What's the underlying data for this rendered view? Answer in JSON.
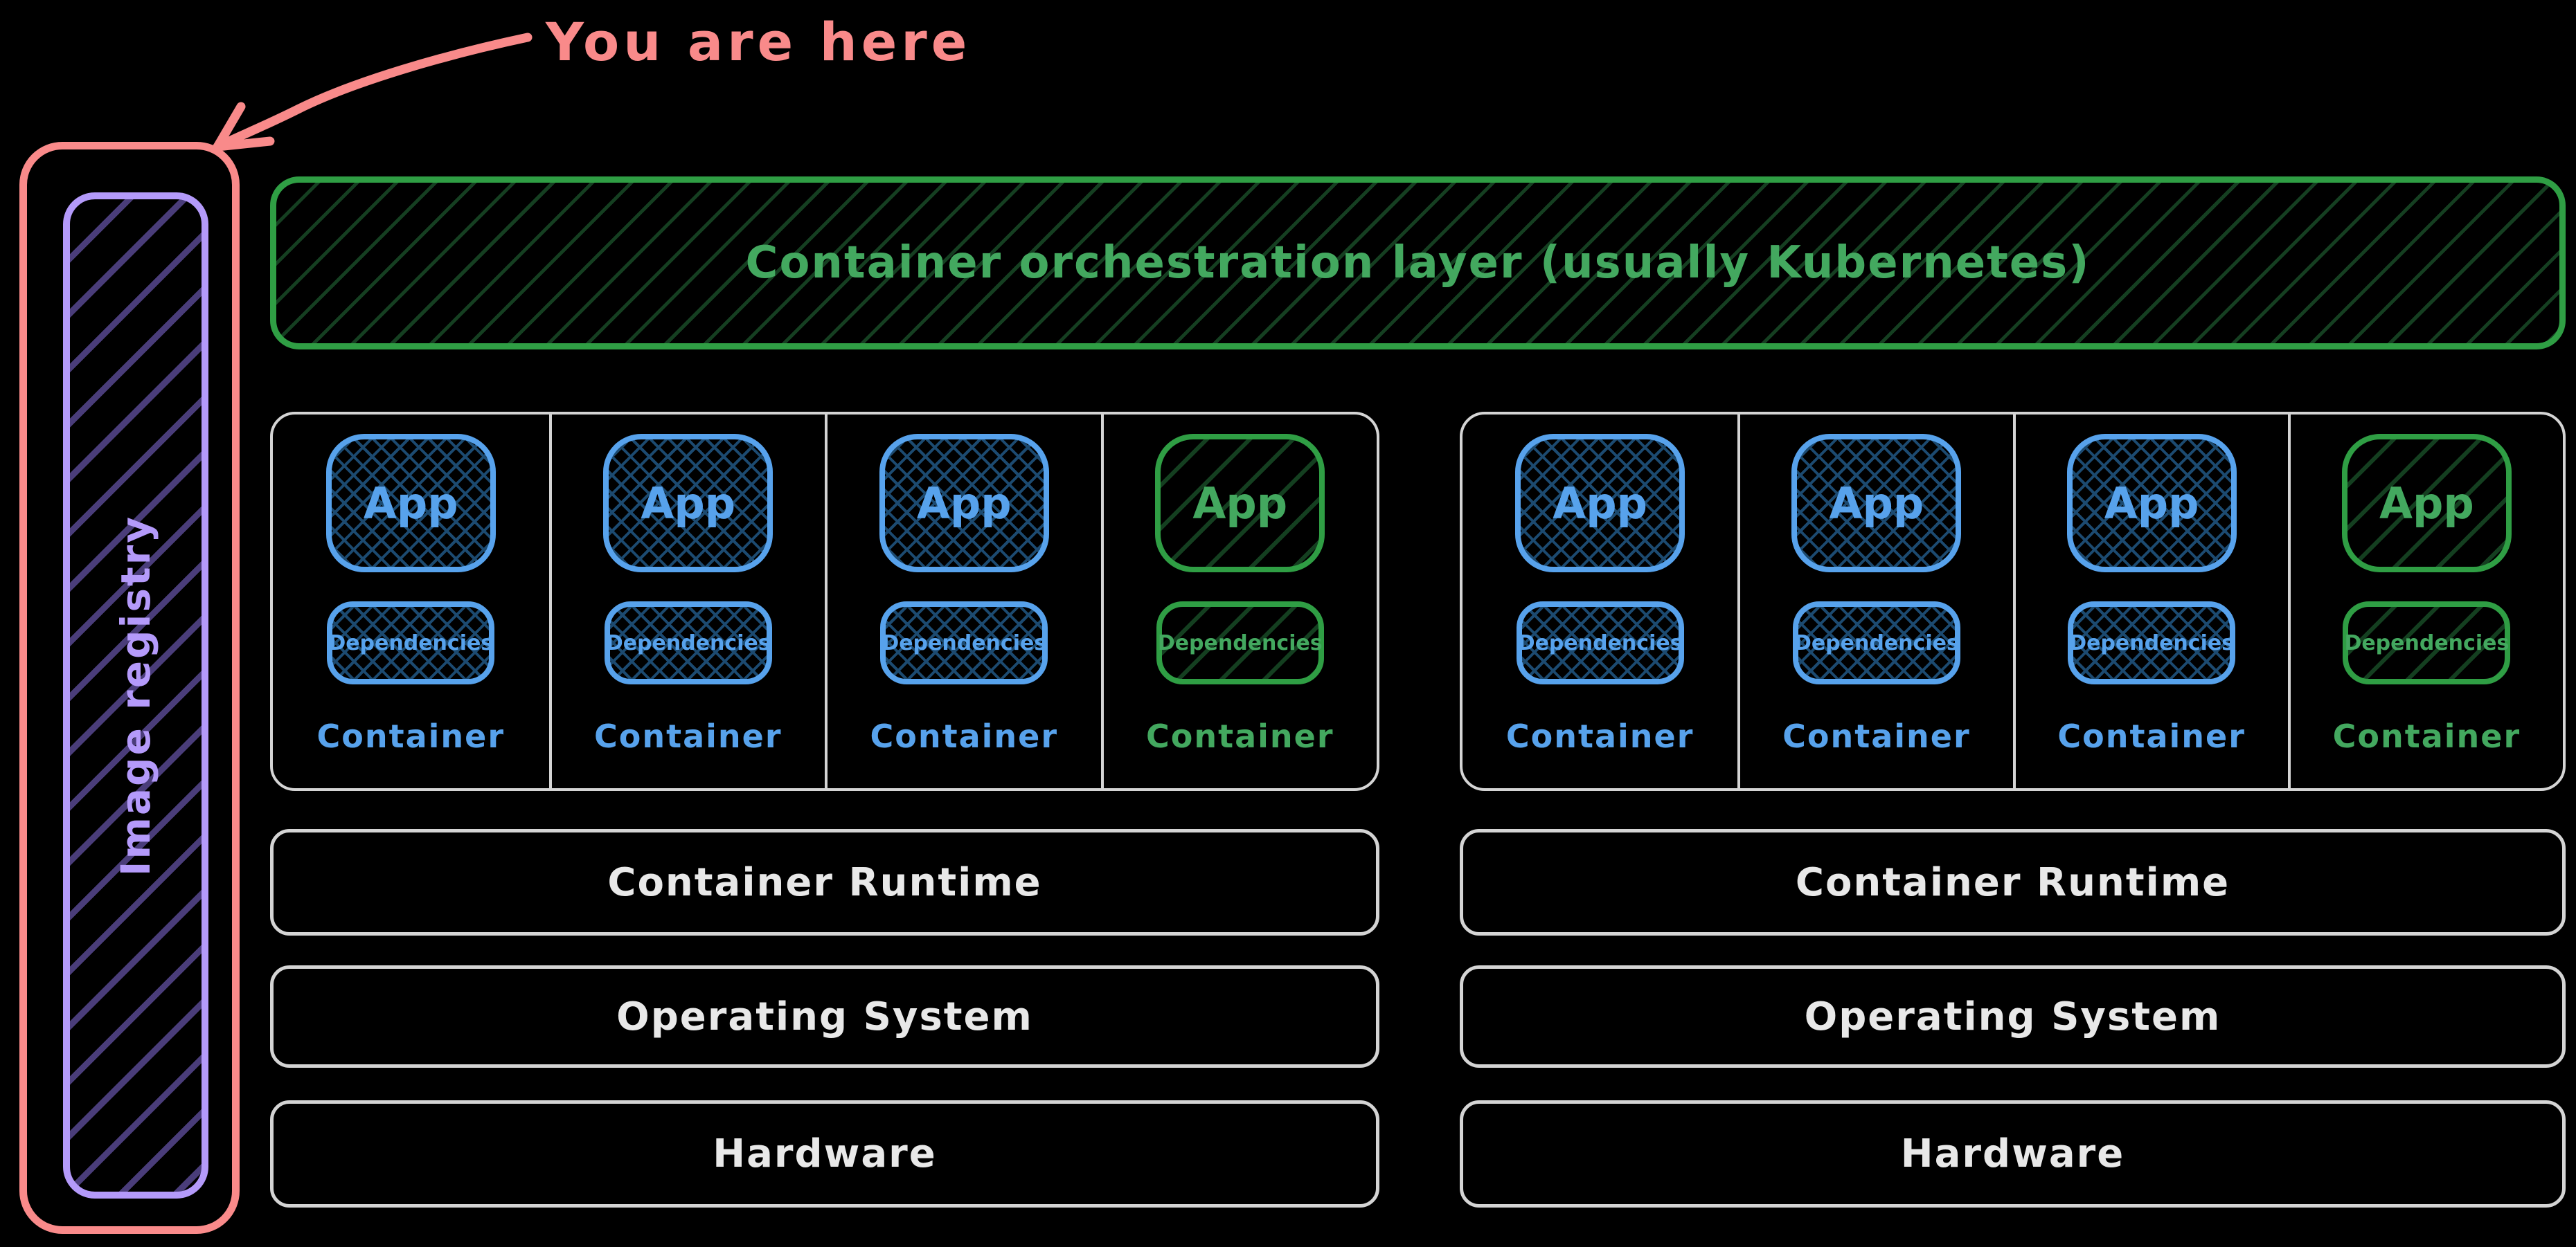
{
  "annotation": {
    "label": "You are here"
  },
  "registry": {
    "label": "Image registry"
  },
  "orchestration": {
    "label": "Container orchestration layer (usually Kubernetes)"
  },
  "colors": {
    "background": "#000000",
    "salmon": "#f98a8a",
    "purple": "#b49afa",
    "purple_hatch": "#4a3d7a",
    "green_border": "#2f9e44",
    "green_text": "#43a85f",
    "green_hatch": "#153f21",
    "blue": "#57a2ec",
    "blue_hatch": "#1c4a70",
    "gray_border": "#d4d4d4",
    "text_light": "#e8e8e8"
  },
  "nodes": [
    {
      "containers": [
        {
          "variant": "blue",
          "app": "App",
          "deps": "Dependencies",
          "label": "Container"
        },
        {
          "variant": "blue",
          "app": "App",
          "deps": "Dependencies",
          "label": "Container"
        },
        {
          "variant": "blue",
          "app": "App",
          "deps": "Dependencies",
          "label": "Container"
        },
        {
          "variant": "green",
          "app": "App",
          "deps": "Dependencies",
          "label": "Container"
        }
      ],
      "layers": [
        {
          "label": "Container Runtime"
        },
        {
          "label": "Operating System"
        },
        {
          "label": "Hardware"
        }
      ]
    },
    {
      "containers": [
        {
          "variant": "blue",
          "app": "App",
          "deps": "Dependencies",
          "label": "Container"
        },
        {
          "variant": "blue",
          "app": "App",
          "deps": "Dependencies",
          "label": "Container"
        },
        {
          "variant": "blue",
          "app": "App",
          "deps": "Dependencies",
          "label": "Container"
        },
        {
          "variant": "green",
          "app": "App",
          "deps": "Dependencies",
          "label": "Container"
        }
      ],
      "layers": [
        {
          "label": "Container Runtime"
        },
        {
          "label": "Operating System"
        },
        {
          "label": "Hardware"
        }
      ]
    }
  ]
}
